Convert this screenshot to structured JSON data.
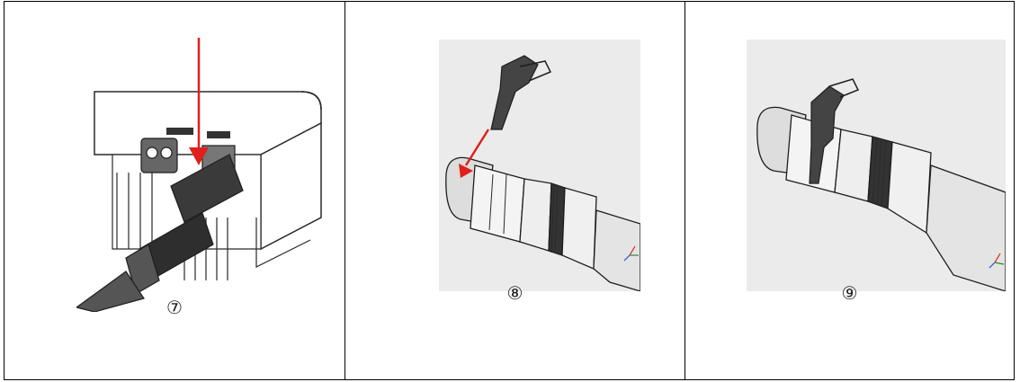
{
  "steps": [
    {
      "label": "⑦"
    },
    {
      "label": "⑧"
    },
    {
      "label": "⑨"
    }
  ],
  "colors": {
    "arrow": "#e0201b",
    "line": "#2a2a2a",
    "panel": "#ebebeb"
  }
}
